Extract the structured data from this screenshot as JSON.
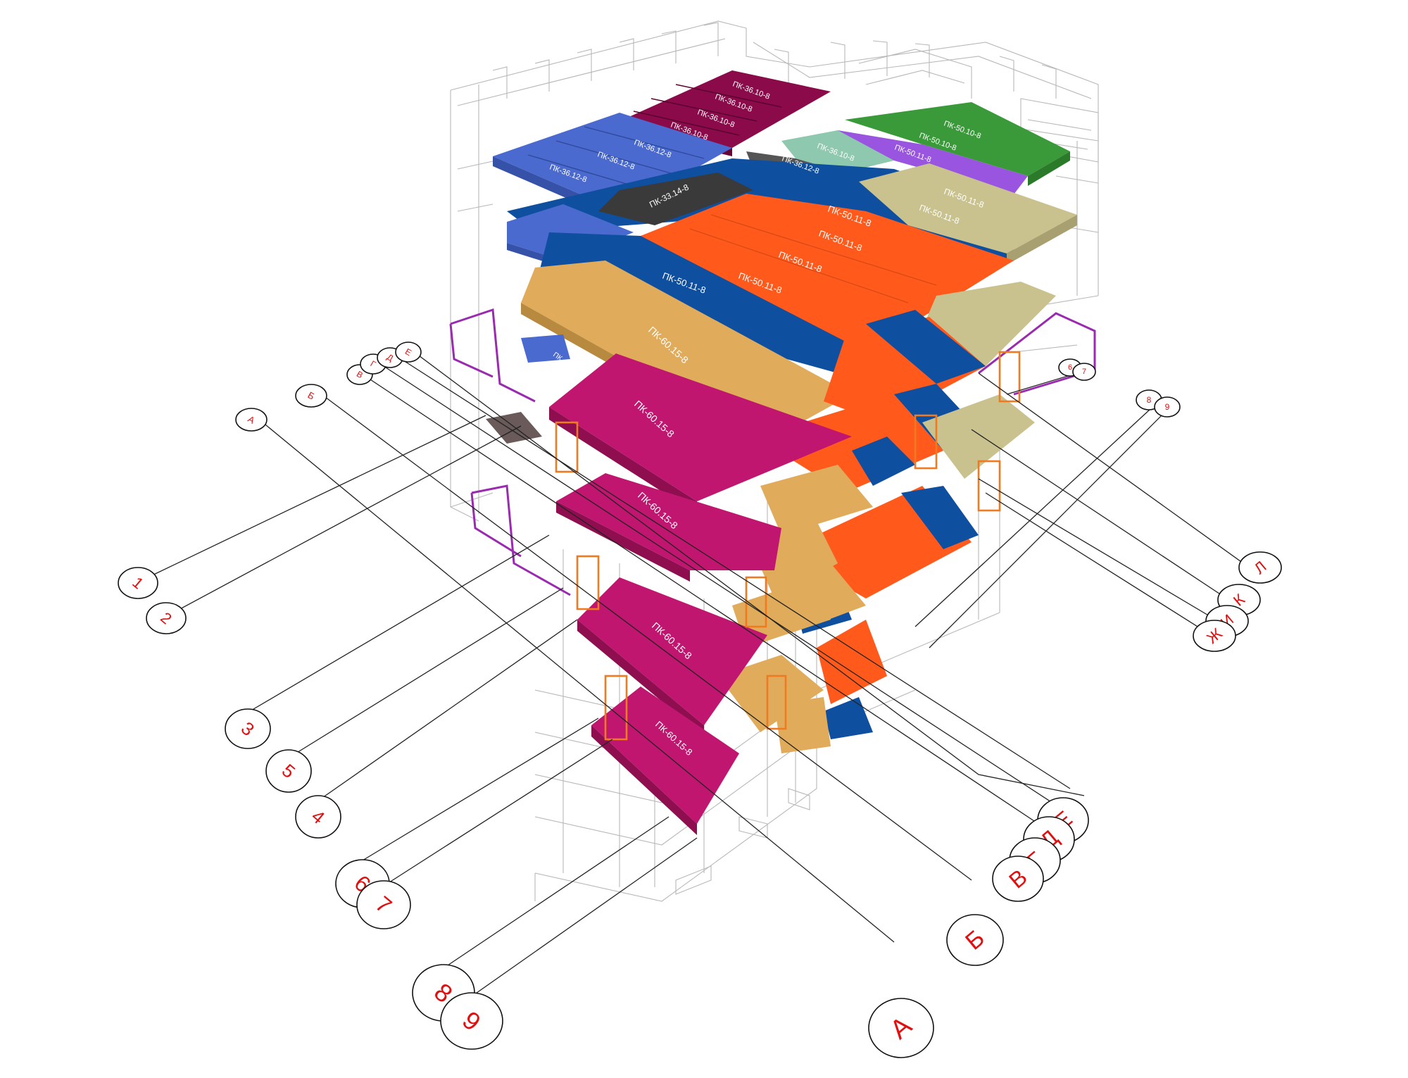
{
  "colors": {
    "magenta": "#c0166f",
    "maroon": "#8a0a4a",
    "tan": "#e0ac5c",
    "orange": "#ff5a1c",
    "navy": "#0f4fa0",
    "blue": "#4a6ad0",
    "dark": "#3a3a3a",
    "khaki": "#c9c28f",
    "green": "#3a9a3a",
    "violet": "#9a55e0",
    "mint": "#8ec8ae",
    "gray": "#555555",
    "railing": "#9a2ab0",
    "frame": "#f07a20",
    "axis_text": "#e01010"
  },
  "panels": {
    "top_maroon_1": "ПК-36.10-8",
    "top_maroon_2": "ПК-36.10-8",
    "top_maroon_3": "ПК-36.10-8",
    "top_maroon_4": "ПК-36.10-8",
    "top_blue_1": "ПК-36.12-8",
    "top_blue_2": "ПК-36.12-8",
    "top_blue_3": "ПК-36.12-8",
    "top_mint": "ПК-36.10-8",
    "top_gray": "ПК-36.12-8",
    "top_green_1": "ПК-50.10-8",
    "top_green_2": "ПК-50.10-8",
    "top_violet": "ПК-50.11-8",
    "dark_panel": "ПК-33.14-8",
    "navy_1": "ПК-50.11-8",
    "orange_1": "ПК-50.11-8",
    "orange_2": "ПК-50.11-8",
    "orange_3": "ПК-50.11-8",
    "navy_2": "ПК-50.11-8",
    "khaki_1": "ПК-50.11-8",
    "khaki_2": "ПК-50.11-8",
    "tan_1": "ПК-60.15-8",
    "magenta_1": "ПК-60.15-8",
    "magenta_2": "ПК-60.15-8",
    "magenta_3": "ПК-60.15-8",
    "magenta_4": "ПК-60.15-8",
    "small_blue": "ПК"
  },
  "axes": {
    "left": {
      "a1": "1",
      "a2": "2",
      "a3": "3",
      "a5": "5",
      "a4": "4",
      "a6": "6",
      "a7": "7",
      "a8": "8",
      "a9": "9"
    },
    "right": {
      "ze": "Ж",
      "i": "И",
      "k": "К",
      "l": "Л",
      "v": "В",
      "g": "Г",
      "d": "Д",
      "e": "Е",
      "b": "Б",
      "a": "А"
    },
    "top_left": {
      "a": "А",
      "b": "Б",
      "v": "В",
      "g": "Г",
      "d": "Д",
      "e": "Е"
    },
    "top_right": {
      "n8": "8",
      "n9": "9",
      "n6": "6",
      "n7": "7"
    }
  }
}
